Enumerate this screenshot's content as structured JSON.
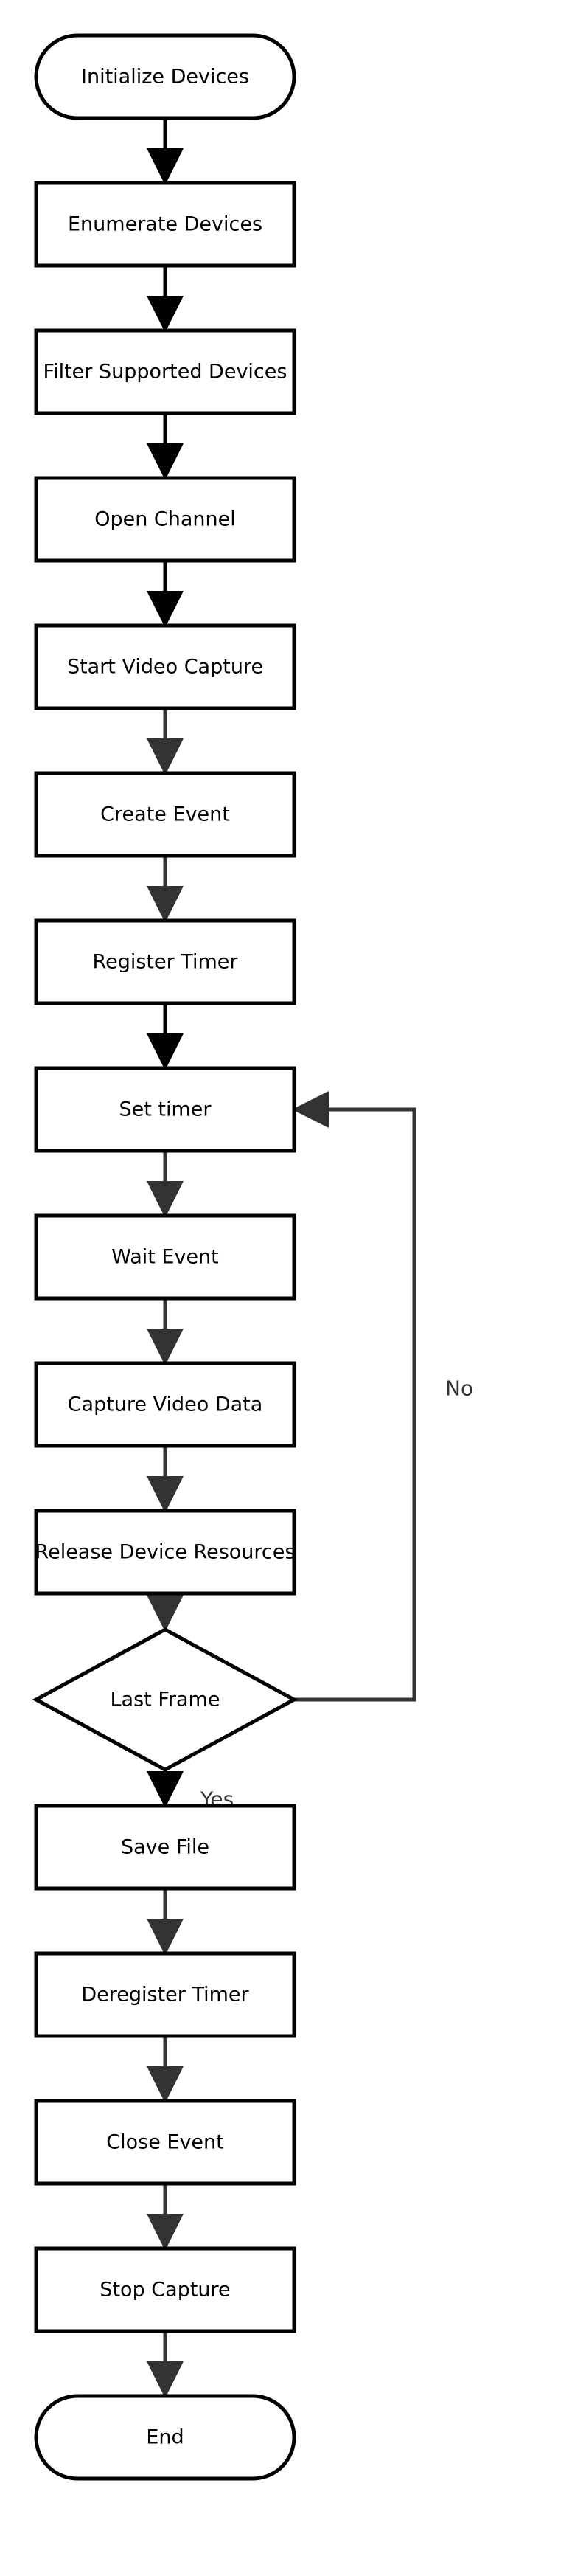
{
  "colors": {
    "node_stroke": "#000000",
    "node_fill": "#ffffff",
    "edge_dark": "#000000",
    "edge_gray": "#333333",
    "label_text": "#000000"
  },
  "nodes": [
    {
      "id": "initialize-devices",
      "shape": "terminal",
      "label": "Initialize Devices"
    },
    {
      "id": "enumerate-devices",
      "shape": "process",
      "label": "Enumerate Devices"
    },
    {
      "id": "filter-supported-devices",
      "shape": "process",
      "label": "Filter Supported Devices"
    },
    {
      "id": "open-channel",
      "shape": "process",
      "label": "Open Channel"
    },
    {
      "id": "start-video-capture",
      "shape": "process",
      "label": "Start Video Capture"
    },
    {
      "id": "create-event",
      "shape": "process",
      "label": "Create Event"
    },
    {
      "id": "register-timer",
      "shape": "process",
      "label": "Register Timer"
    },
    {
      "id": "set-timer",
      "shape": "process",
      "label": "Set timer"
    },
    {
      "id": "wait-event",
      "shape": "process",
      "label": "Wait Event"
    },
    {
      "id": "capture-video-data",
      "shape": "process",
      "label": "Capture Video Data"
    },
    {
      "id": "release-device-resources",
      "shape": "process",
      "label": "Release Device Resources"
    },
    {
      "id": "last-frame",
      "shape": "decision",
      "label": "Last Frame"
    },
    {
      "id": "save-file",
      "shape": "process",
      "label": "Save File"
    },
    {
      "id": "deregister-timer",
      "shape": "process",
      "label": "Deregister Timer"
    },
    {
      "id": "close-event",
      "shape": "process",
      "label": "Close Event"
    },
    {
      "id": "stop-capture",
      "shape": "process",
      "label": "Stop Capture"
    },
    {
      "id": "end",
      "shape": "terminal",
      "label": "End"
    }
  ],
  "edges": [
    {
      "from": "initialize-devices",
      "to": "enumerate-devices",
      "color": "dark",
      "label": ""
    },
    {
      "from": "enumerate-devices",
      "to": "filter-supported-devices",
      "color": "dark",
      "label": ""
    },
    {
      "from": "filter-supported-devices",
      "to": "open-channel",
      "color": "dark",
      "label": ""
    },
    {
      "from": "open-channel",
      "to": "start-video-capture",
      "color": "dark",
      "label": ""
    },
    {
      "from": "start-video-capture",
      "to": "create-event",
      "color": "gray",
      "label": ""
    },
    {
      "from": "create-event",
      "to": "register-timer",
      "color": "gray",
      "label": ""
    },
    {
      "from": "register-timer",
      "to": "set-timer",
      "color": "dark",
      "label": ""
    },
    {
      "from": "set-timer",
      "to": "wait-event",
      "color": "gray",
      "label": ""
    },
    {
      "from": "wait-event",
      "to": "capture-video-data",
      "color": "gray",
      "label": ""
    },
    {
      "from": "capture-video-data",
      "to": "release-device-resources",
      "color": "gray",
      "label": ""
    },
    {
      "from": "release-device-resources",
      "to": "last-frame",
      "color": "gray",
      "label": ""
    },
    {
      "from": "last-frame",
      "to": "save-file",
      "color": "dark",
      "label": "Yes"
    },
    {
      "from": "last-frame",
      "to": "set-timer",
      "color": "gray",
      "label": "No"
    },
    {
      "from": "save-file",
      "to": "deregister-timer",
      "color": "gray",
      "label": ""
    },
    {
      "from": "deregister-timer",
      "to": "close-event",
      "color": "gray",
      "label": ""
    },
    {
      "from": "close-event",
      "to": "stop-capture",
      "color": "gray",
      "label": ""
    },
    {
      "from": "stop-capture",
      "to": "end",
      "color": "gray",
      "label": ""
    }
  ]
}
